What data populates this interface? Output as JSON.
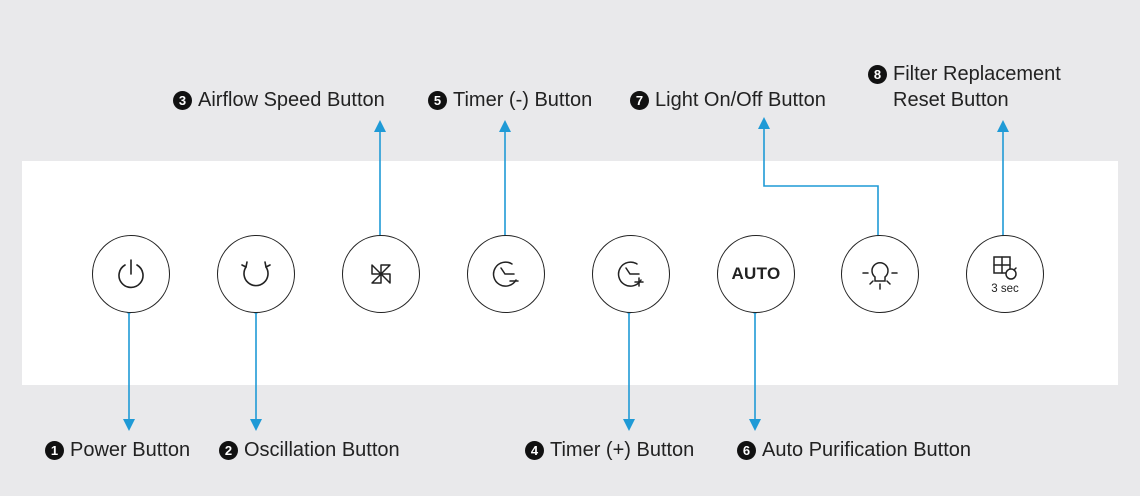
{
  "callouts": [
    {
      "num": "1",
      "label": "Power Button"
    },
    {
      "num": "2",
      "label": "Oscillation Button"
    },
    {
      "num": "3",
      "label": "Airflow Speed Button"
    },
    {
      "num": "4",
      "label": "Timer (+) Button"
    },
    {
      "num": "5",
      "label": "Timer (-) Button"
    },
    {
      "num": "6",
      "label": "Auto Purification Button"
    },
    {
      "num": "7",
      "label": "Light On/Off Button"
    },
    {
      "num": "8",
      "label_line1": "Filter Replacement",
      "label_line2": "Reset Button"
    }
  ],
  "buttons": {
    "power": {
      "icon": "power-icon"
    },
    "oscillation": {
      "icon": "oscillation-icon"
    },
    "airflow": {
      "icon": "fan-icon"
    },
    "timer_minus": {
      "icon": "timer-minus-icon"
    },
    "timer_plus": {
      "icon": "timer-plus-icon"
    },
    "auto": {
      "text": "AUTO"
    },
    "light": {
      "icon": "light-bulb-icon"
    },
    "filter_reset": {
      "icon": "filter-reset-icon",
      "hold_text": "3 sec"
    }
  },
  "colors": {
    "leader_line": "#1f9ad6",
    "panel": "#ffffff",
    "background": "#e9e9eb",
    "button_outline": "#222222"
  }
}
